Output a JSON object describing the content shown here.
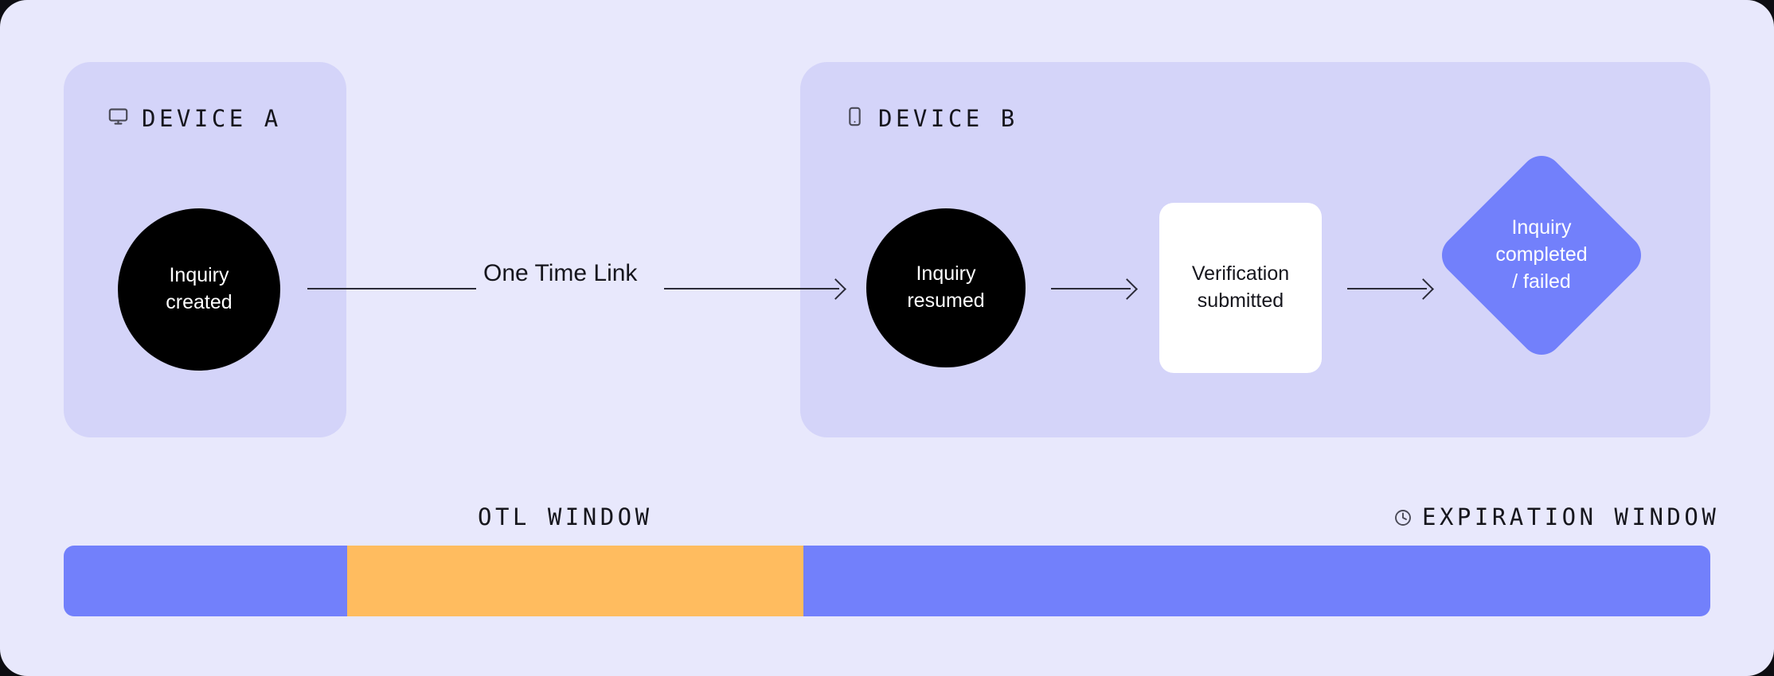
{
  "theme": {
    "background": "#e8e8fc",
    "panel_background": "#d4d4f9",
    "node_dark": "#000000",
    "node_white": "#ffffff",
    "accent_purple": "#7280fb",
    "accent_orange": "#ffbc5f",
    "line_color": "#2b2b38",
    "text_dark": "#16161d"
  },
  "panels": [
    {
      "id": "device-a",
      "label": "DEVICE A",
      "icon": "monitor-icon"
    },
    {
      "id": "device-b",
      "label": "DEVICE B",
      "icon": "smartphone-icon"
    }
  ],
  "nodes": {
    "inquiry_created": "Inquiry\ncreated",
    "inquiry_resumed": "Inquiry\nresumed",
    "verification_submitted": "Verification\nsubmitted",
    "inquiry_completed": "Inquiry\ncompleted\n/ failed"
  },
  "connectors": {
    "one_time_link": "One Time Link"
  },
  "timeline": {
    "otl_window_label": "OTL WINDOW",
    "expiration_window_label": "EXPIRATION WINDOW",
    "expiration_icon": "clock-icon",
    "segments": [
      {
        "name": "pre-otl",
        "color": "#7280fb",
        "width_pct": 17.2
      },
      {
        "name": "otl-window",
        "color": "#ffbc5f",
        "width_pct": 27.7
      },
      {
        "name": "expiration-window",
        "color": "#7280fb",
        "width_pct": 55.1
      }
    ]
  }
}
